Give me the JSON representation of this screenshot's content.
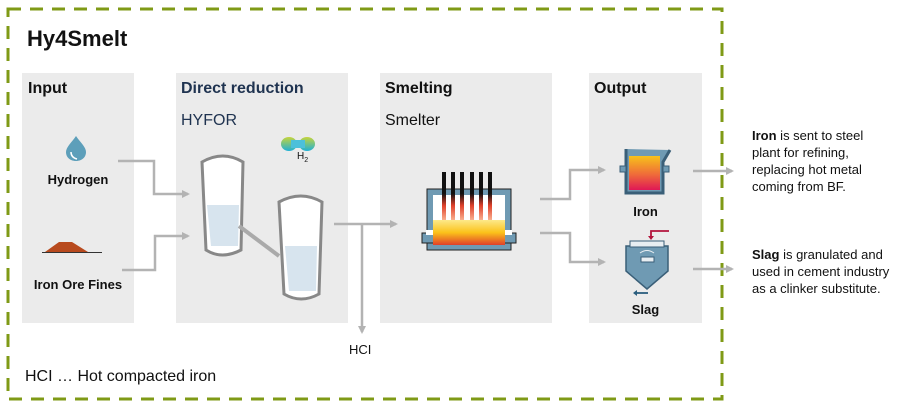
{
  "title": "Hy4Smelt",
  "frame_color": "#7f9a16",
  "panels": {
    "input": {
      "heading": "Input",
      "items": [
        "Hydrogen",
        "Iron Ore Fines"
      ]
    },
    "direct_reduction": {
      "heading": "Direct reduction",
      "subheading": "HYFOR",
      "h2_label": "H",
      "h2_sub": "2"
    },
    "smelting": {
      "heading": "Smelting",
      "subheading": "Smelter"
    },
    "output": {
      "heading": "Output",
      "items": [
        "Iron",
        "Slag"
      ]
    }
  },
  "hci_label": "HCI",
  "notes": {
    "iron": {
      "bold": "Iron",
      "text": " is sent to steel plant for refining, replacing hot metal coming from BF."
    },
    "slag": {
      "bold": "Slag",
      "text": " is granulated and used in cement industry as a clinker substitute."
    }
  },
  "footer": "HCI … Hot compacted iron",
  "colors": {
    "heading_dark": "#1f3350",
    "panel_bg": "#ebebeb",
    "arrow": "#b3b3b3",
    "vessel_blue": "#6f9ab3",
    "ore": "#b84a1e"
  }
}
